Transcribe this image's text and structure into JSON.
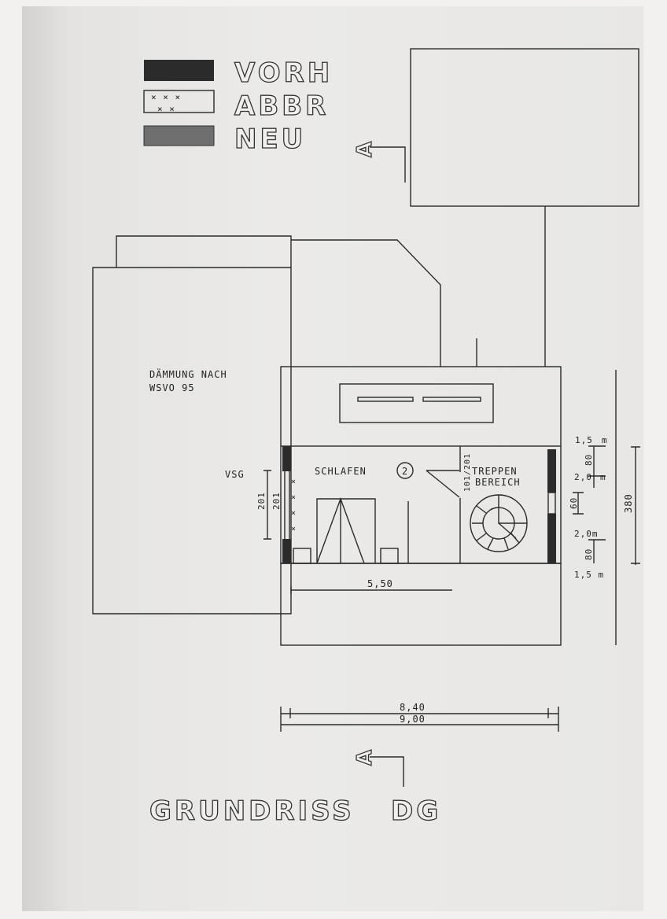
{
  "legend": [
    {
      "label": "VORH",
      "pattern": "solid-black"
    },
    {
      "label": "ABBR",
      "pattern": "crossed-outline"
    },
    {
      "label": "NEU",
      "pattern": "gray-hatched"
    }
  ],
  "section_marker": "A",
  "notes": {
    "insulation_line1": "DÄMMUNG NACH",
    "insulation_line2": "WSVO 95"
  },
  "rooms": {
    "bedroom": "SCHLAFEN",
    "room_number": "2",
    "stair_line1": "TREPPEN",
    "stair_line2": "BEREICH"
  },
  "labels": {
    "vsg": "VSG",
    "door": "101/201"
  },
  "dimensions": {
    "window_left_outer": "201",
    "window_left_inner": "201",
    "room_width": "5,50",
    "top_15": "1,5",
    "top_m": "m",
    "top_80": "80",
    "top_20": "2,0",
    "top_m2": "m",
    "window_right": "60",
    "bottom_20": "2,0m",
    "bottom_80": "80",
    "bottom_15": "1,5 m",
    "height_total": "380",
    "inner_width": "8,40",
    "outer_width": "9,00"
  },
  "title": {
    "main": "GRUNDRISS",
    "floor": "DG"
  }
}
